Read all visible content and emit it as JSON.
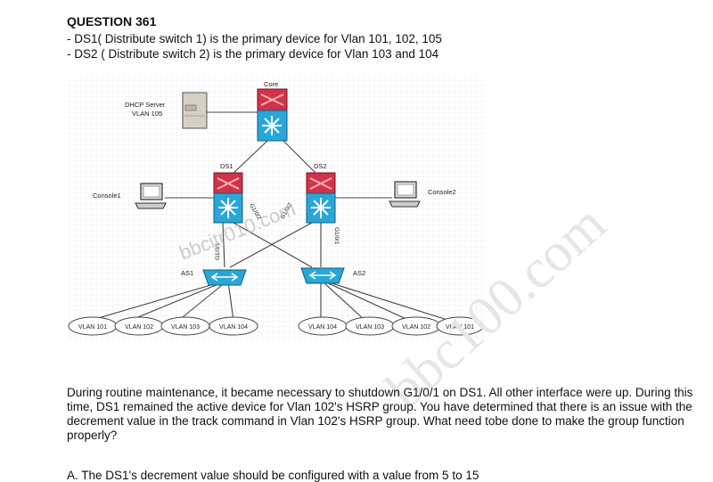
{
  "question": {
    "title": "QUESTION 361",
    "line1": "- DS1( Distribute switch 1) is the primary device for Vlan 101, 102, 105",
    "line2": "- DS2 ( Distribute switch 2) is the primary device for Vlan 103 and 104"
  },
  "diagram": {
    "core_label": "Core",
    "dhcp_label_1": "DHCP Server",
    "dhcp_label_2": "VLAN 105",
    "ds1_label": "DS1",
    "ds2_label": "DS2",
    "console1_label": "Console1",
    "console2_label": "Console2",
    "as1_label": "AS1",
    "as2_label": "AS2",
    "if_ds1_as1": "G1/0/1",
    "if_ds1_as2": "G1/0/2",
    "if_ds2_as1": "G1/0/2",
    "if_ds2_as2": "G1/0/1",
    "watermark_small": "bbcitr010.com",
    "vlans_as1": [
      "VLAN 101",
      "VLAN 102",
      "VLAN 103",
      "VLAN 104"
    ],
    "vlans_as2": [
      "VLAN 104",
      "VLAN 103",
      "VLAN 102",
      "VLAN 101"
    ],
    "colors": {
      "router_red": "#d0334a",
      "switch_blue": "#29a6d9",
      "link": "#444444"
    }
  },
  "paragraph": "During routine maintenance, it became necessary to shutdown G1/0/1 on DS1. All other interface were up. During this time, DS1 remained the active device for Vlan 102's HSRP group. You have determined that there is an issue with the decrement value in the track command in Vlan 102's HSRP group. What need tobe done to make the group function properly?",
  "option_a": "A.  The DS1's decrement value should be configured with a value from 5 to 15",
  "watermark_large": "bbc100.com"
}
